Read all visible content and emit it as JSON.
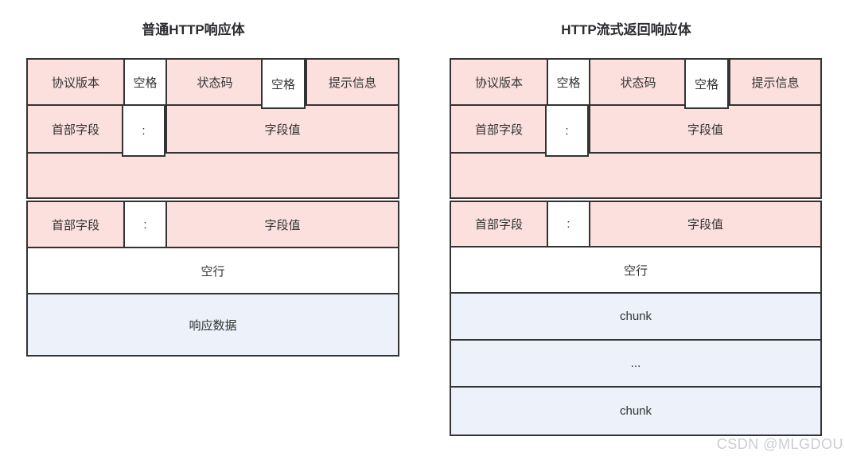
{
  "left_diagram": {
    "title": "普通HTTP响应体",
    "status_line": {
      "protocol_version": "协议版本",
      "space1": "空格",
      "status_code": "状态码",
      "space2": "空格",
      "reason_phrase": "提示信息"
    },
    "header_row_1": {
      "field": "首部字段",
      "colon": ":",
      "value": "字段值"
    },
    "header_row_2": {
      "field": "首部字段",
      "colon": ":",
      "value": "字段值"
    },
    "blank_line": "空行",
    "response_data": "响应数据"
  },
  "right_diagram": {
    "title": "HTTP流式返回响应体",
    "status_line": {
      "protocol_version": "协议版本",
      "space1": "空格",
      "status_code": "状态码",
      "space2": "空格",
      "reason_phrase": "提示信息"
    },
    "header_row_1": {
      "field": "首部字段",
      "colon": ":",
      "value": "字段值"
    },
    "header_row_2": {
      "field": "首部字段",
      "colon": ":",
      "value": "字段值"
    },
    "blank_line": "空行",
    "chunks": [
      "chunk",
      "...",
      "chunk"
    ]
  },
  "watermark": "CSDN @MLGDOU",
  "colors": {
    "cell_pink": "#fbe0de",
    "cell_blue": "#ecf1fa",
    "cell_white": "#ffffff",
    "border": "#333333",
    "text": "#333333",
    "title_text": "#2b2b30",
    "watermark_text": "#cbcdd2"
  }
}
